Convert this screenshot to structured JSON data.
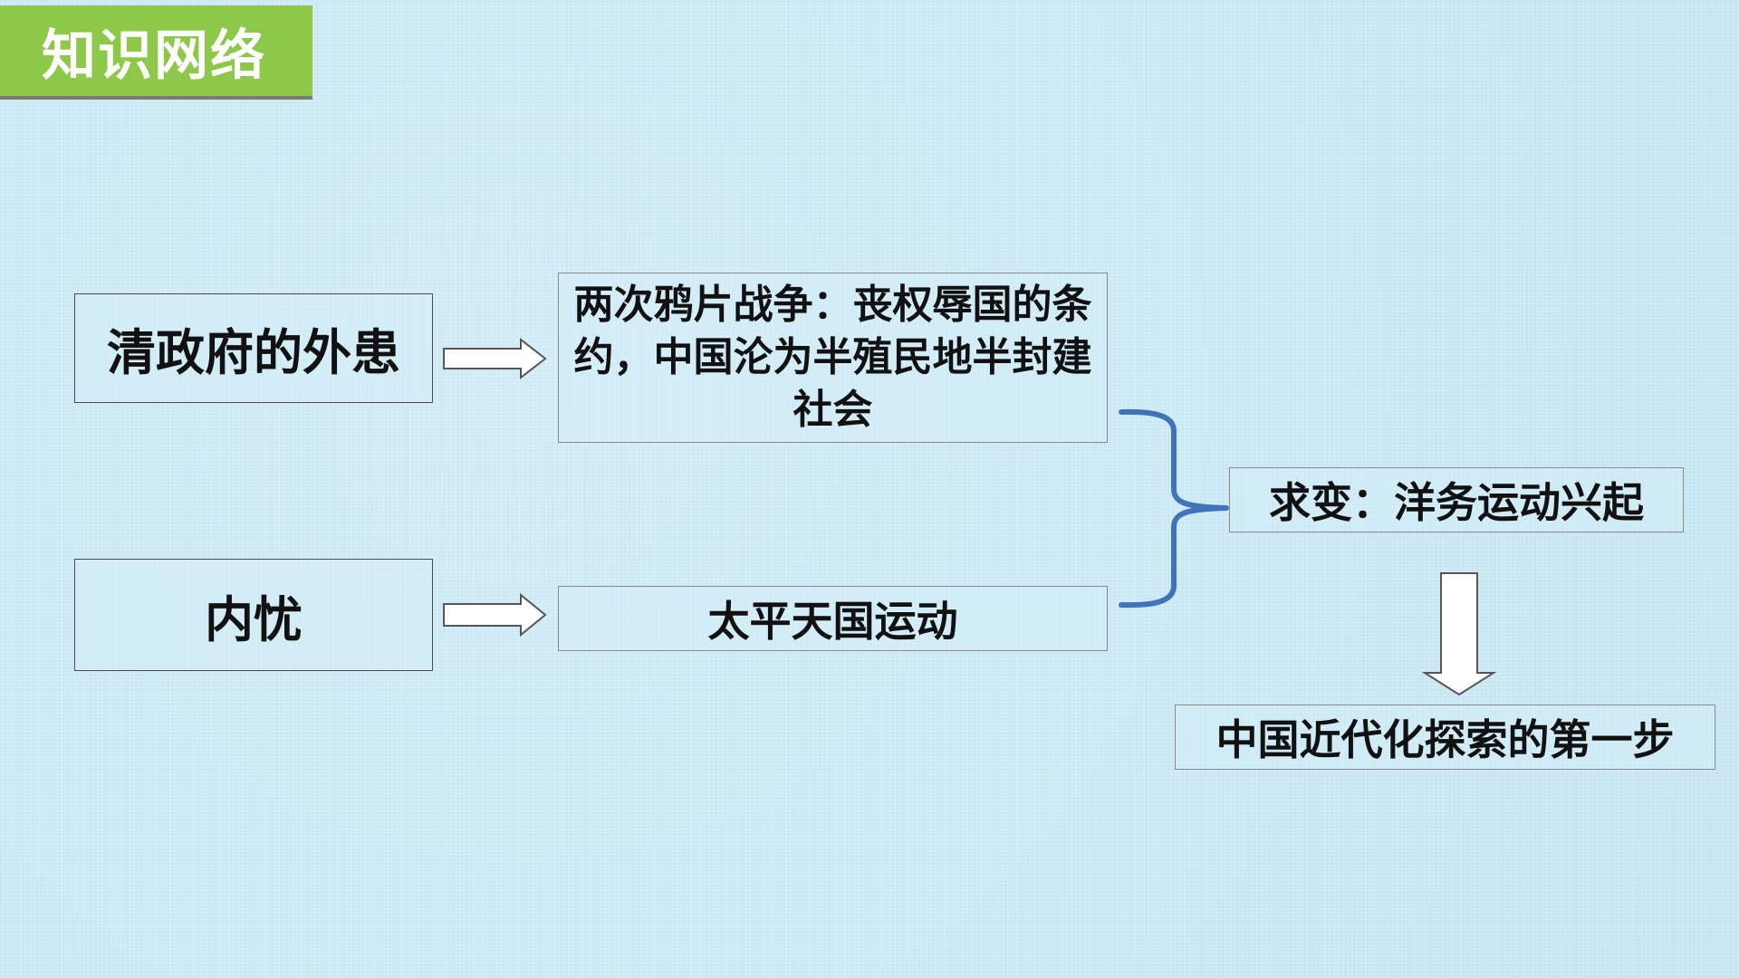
{
  "header": {
    "title": "知识网络"
  },
  "nodes": {
    "external_trouble": "清政府的外患",
    "internal_trouble": "内忧",
    "opium_wars": "两次鸦片战争：丧权辱国的条约，中国沦为半殖民地半封建社会",
    "taiping": "太平天国运动",
    "seek_change": "求变：洋务运动兴起",
    "first_step": "中国近代化探索的第一步"
  },
  "colors": {
    "background": "#cdeaf6",
    "title_badge": "#8dc84a",
    "bracket": "#3f74b8",
    "box_border": "#4a4a4a"
  },
  "icons": {
    "arrow_right": "hollow-right-arrow-icon",
    "arrow_down": "hollow-down-arrow-icon",
    "bracket": "curly-brace-icon"
  }
}
